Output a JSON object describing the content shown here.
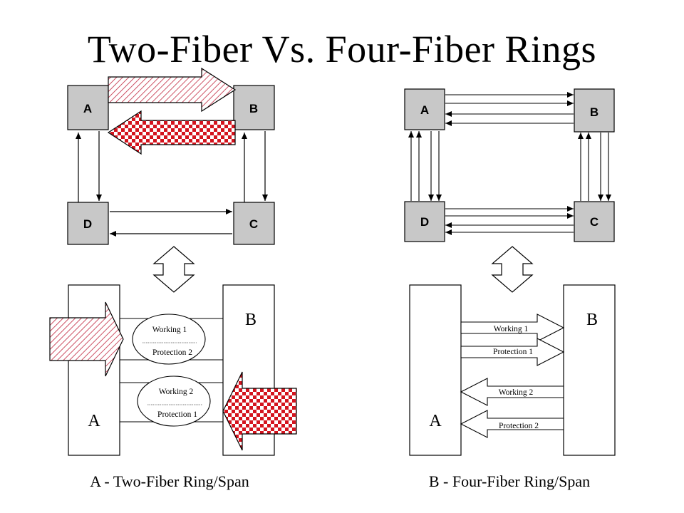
{
  "title": "Two-Fiber Vs. Four-Fiber Rings",
  "two_fiber": {
    "nodes": {
      "a": "A",
      "b": "B",
      "c": "C",
      "d": "D"
    },
    "span": {
      "left_node": "A",
      "right_node": "B",
      "oval1_top": "Working 1",
      "oval1_bottom": "Protection 2",
      "oval2_top": "Working 2",
      "oval2_bottom": "Protection 1"
    },
    "caption": "A - Two-Fiber Ring/Span"
  },
  "four_fiber": {
    "nodes": {
      "a": "A",
      "b": "B",
      "c": "C",
      "d": "D"
    },
    "span": {
      "left_node": "A",
      "right_node": "B",
      "line1": "Working 1",
      "line2": "Protection 1",
      "line3": "Working 2",
      "line4": "Protection 2"
    },
    "caption": "B - Four-Fiber Ring/Span"
  }
}
